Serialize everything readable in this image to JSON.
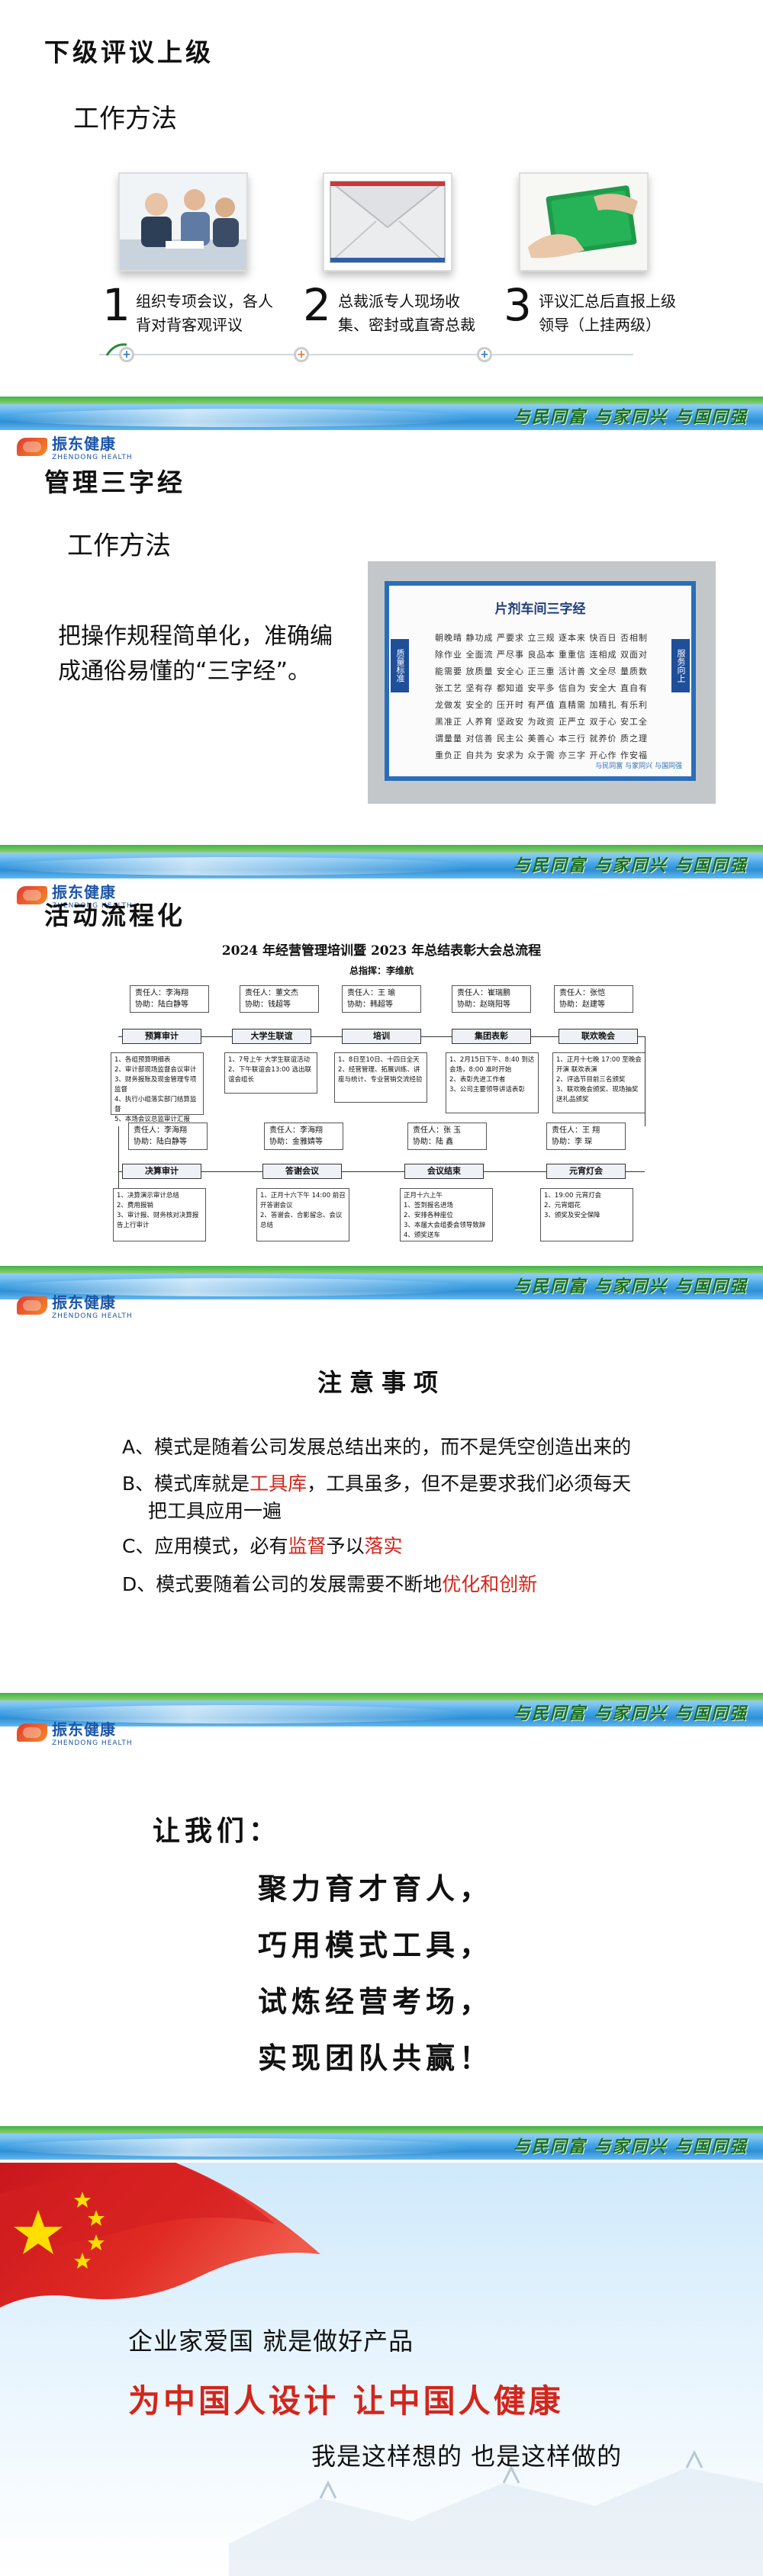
{
  "brand": {
    "logo_cn": "振东健康",
    "logo_en": "ZHENDONG HEALTH",
    "slogan": "与民同富  与家同兴  与国同强"
  },
  "slide1": {
    "title": "下级评议上级",
    "subtitle": "工作方法",
    "steps": [
      {
        "num": "1",
        "text": "组织专项会议，各人背对背客观评议"
      },
      {
        "num": "2",
        "text": "总裁派专人现场收集、密封或直寄总裁"
      },
      {
        "num": "3",
        "text": "评议汇总后直报上级领导（上挂两级）"
      }
    ],
    "timeline_dots": [
      "+",
      "+",
      "+"
    ],
    "colors": {
      "dot1": "#2a7ac2",
      "dot2": "#e57a2c",
      "dot3": "#2a7ac2"
    }
  },
  "slide2": {
    "title": "管理三字经",
    "subtitle": "工作方法",
    "body_line1": "把操作规程简单化，准确编",
    "body_line2": "成通俗易懂的“三字经”。",
    "board": {
      "title": "片剂车间三字经",
      "left_tag": "质量标准",
      "right_tag": "服务向上",
      "rows": [
        "朝晚晴 静功成 严要求 立三规 逐本来 快百日 否相制",
        "除作业 全面流 严尽事 良品本 重重信 连相成 双面对",
        "能需要 放质量 安全心 正三重 活计善 文全尽 量质数",
        "张工艺 坚有存 都知道 安平多 信自为 安全大 直自有",
        "龙做发 安全的 压开时 有严值 直精需 加精扎 有乐利",
        "黑准正 人养育 坚政安 为政资 正严立 双于心 安工全",
        "谓量量 对信善 民主公 美善心 本三行 就养价 质之理",
        "重负正 自共为 安求为 众于需 亦三字 开心作 作安福"
      ],
      "footer": "与民同富  与家同兴  与国同强"
    }
  },
  "slide3": {
    "title": "活动流程化",
    "chart_title": "2024 年经营管理培训暨 2023 年总结表彰大会总流程",
    "chart_sub": "总指挥：李维航",
    "top_row": [
      {
        "owner": "责任人：李海翔",
        "assist": "协助：陆白静等",
        "stage": "预算审计",
        "detail": "1、各组预算明细表\n2、审计部现场监督会议审计\n3、财务报账及现金管理专项监督\n4、执行小组落实部门结算监督\n5、本场会议总监审计汇报"
      },
      {
        "owner": "责任人：董文杰",
        "assist": "协助：钱超等",
        "stage": "大学生联谊",
        "detail": "1、7号上午 大学生联谊活动\n2、下午联谊会13:00 选出联谊会组长"
      },
      {
        "owner": "责任人：王 瑜",
        "assist": "协助：韩超等",
        "stage": "培训",
        "detail": "1、8日至10日、十四日全天\n2、经营管理、拓展训练、讲座与统计、专业营销交流经验"
      },
      {
        "owner": "责任人：崔瑞鹏",
        "assist": "协助：赵晓阳等",
        "stage": "集团表彰",
        "detail": "1、2月15日下午、8:40 到达会场，8:00 准时开始\n2、表彰先进工作者\n3、公司主要领导讲话表彰"
      },
      {
        "owner": "责任人：张恺",
        "assist": "协助：赵建等",
        "stage": "联欢晚会",
        "detail": "1、正月十七晚 17:00 至晚会开演 联欢表演\n2、评选节目前三名颁奖\n3、联欢晚会颁奖、现场抽奖送礼品颁奖"
      }
    ],
    "bottom_row": [
      {
        "owner": "责任人：李海翔",
        "assist": "协助：陆白静等",
        "stage": "决算审计",
        "detail": "1、决算演示审计总结\n2、费用报销\n3、审计报、财务核对决算报告上行审计"
      },
      {
        "owner": "责任人：李海翔",
        "assist": "协助：金雅婧等",
        "stage": "答谢会议",
        "detail": "1、正月十六下午 14:00 前召开答谢会议\n2、答谢会、合影留念、会议总结"
      },
      {
        "owner": "责任人：张 玉",
        "assist": "协助：陆 鑫",
        "stage": "会议结束",
        "detail": "正月十六上午\n1、签到报名进场\n2、安排各种座位\n3、本届大会组委会领导致辞\n4、颁奖送车"
      },
      {
        "owner": "责任人：王 翔",
        "assist": "协助：李 琛",
        "stage": "元宵灯会",
        "detail": "1、19:00 元宵灯会\n2、元宵烟花\n3、颁奖及安全保障"
      }
    ]
  },
  "slide4": {
    "title": "注意事项",
    "items": [
      {
        "a": "A、模式是随着公司发展总结出来的，而不是凭空创造出来的"
      },
      {
        "a": "B、模式库就是",
        "b": "工具库",
        "c": "，工具虽多，但不是要求我们必须每天",
        "d": "把工具应用一遍"
      },
      {
        "a": "C、应用模式，必有",
        "b": "监督",
        "c": "予以",
        "d": "落实"
      },
      {
        "a": "D、模式要随着公司的发展需要不断地",
        "b": "优化和创新"
      }
    ]
  },
  "slide5": {
    "intro": "让我们：",
    "lines": [
      "聚力育才育人，",
      "巧用模式工具，",
      "试炼经营考场，",
      "实现团队共赢！"
    ]
  },
  "slide6": {
    "line1": "企业家爱国  就是做好产品",
    "line2": "为中国人设计  让中国人健康",
    "line3": "我是这样想的  也是这样做的"
  }
}
